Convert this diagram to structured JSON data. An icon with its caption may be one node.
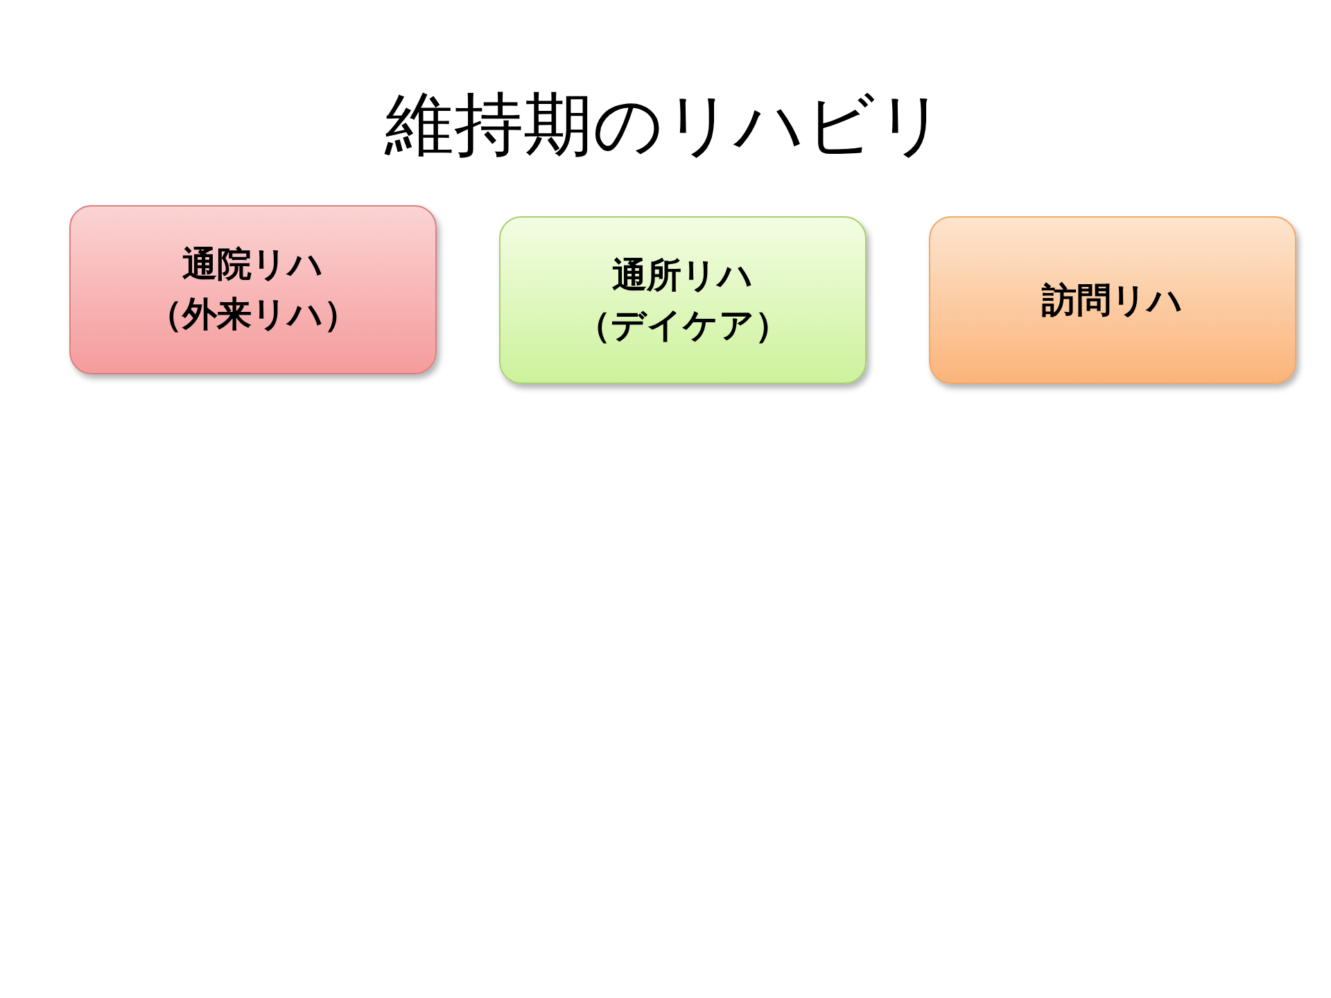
{
  "diagram": {
    "title": "維持期のリハビリ",
    "nodes": [
      {
        "text": [
          "通院リハ",
          "（外来リハ）"
        ]
      },
      {
        "text": [
          "通所リハ",
          "（デイケア）"
        ]
      },
      {
        "text": [
          "訪問リハ"
        ]
      }
    ]
  }
}
